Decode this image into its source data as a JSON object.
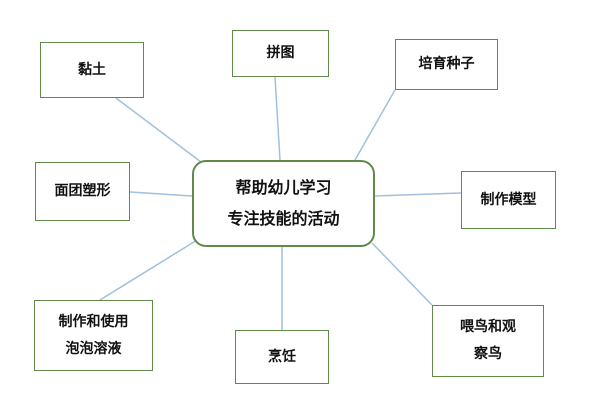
{
  "center": {
    "lines": [
      "帮助幼儿学习",
      "专注技能的活动"
    ]
  },
  "nodes": [
    {
      "key": "clay",
      "lines": [
        "黏土"
      ]
    },
    {
      "key": "puzzle",
      "lines": [
        "拼图"
      ]
    },
    {
      "key": "seeds",
      "lines": [
        "培育种子"
      ]
    },
    {
      "key": "dough",
      "lines": [
        "面团塑形"
      ]
    },
    {
      "key": "model",
      "lines": [
        "制作模型"
      ]
    },
    {
      "key": "bubbles",
      "lines": [
        "制作和使用",
        "泡泡溶液"
      ]
    },
    {
      "key": "cooking",
      "lines": [
        "烹饪"
      ]
    },
    {
      "key": "birds",
      "lines": [
        "喂鸟和观",
        "察鸟"
      ]
    }
  ],
  "colors": {
    "box_border": "#5f8a4a",
    "connector": "#9fc1dd"
  }
}
